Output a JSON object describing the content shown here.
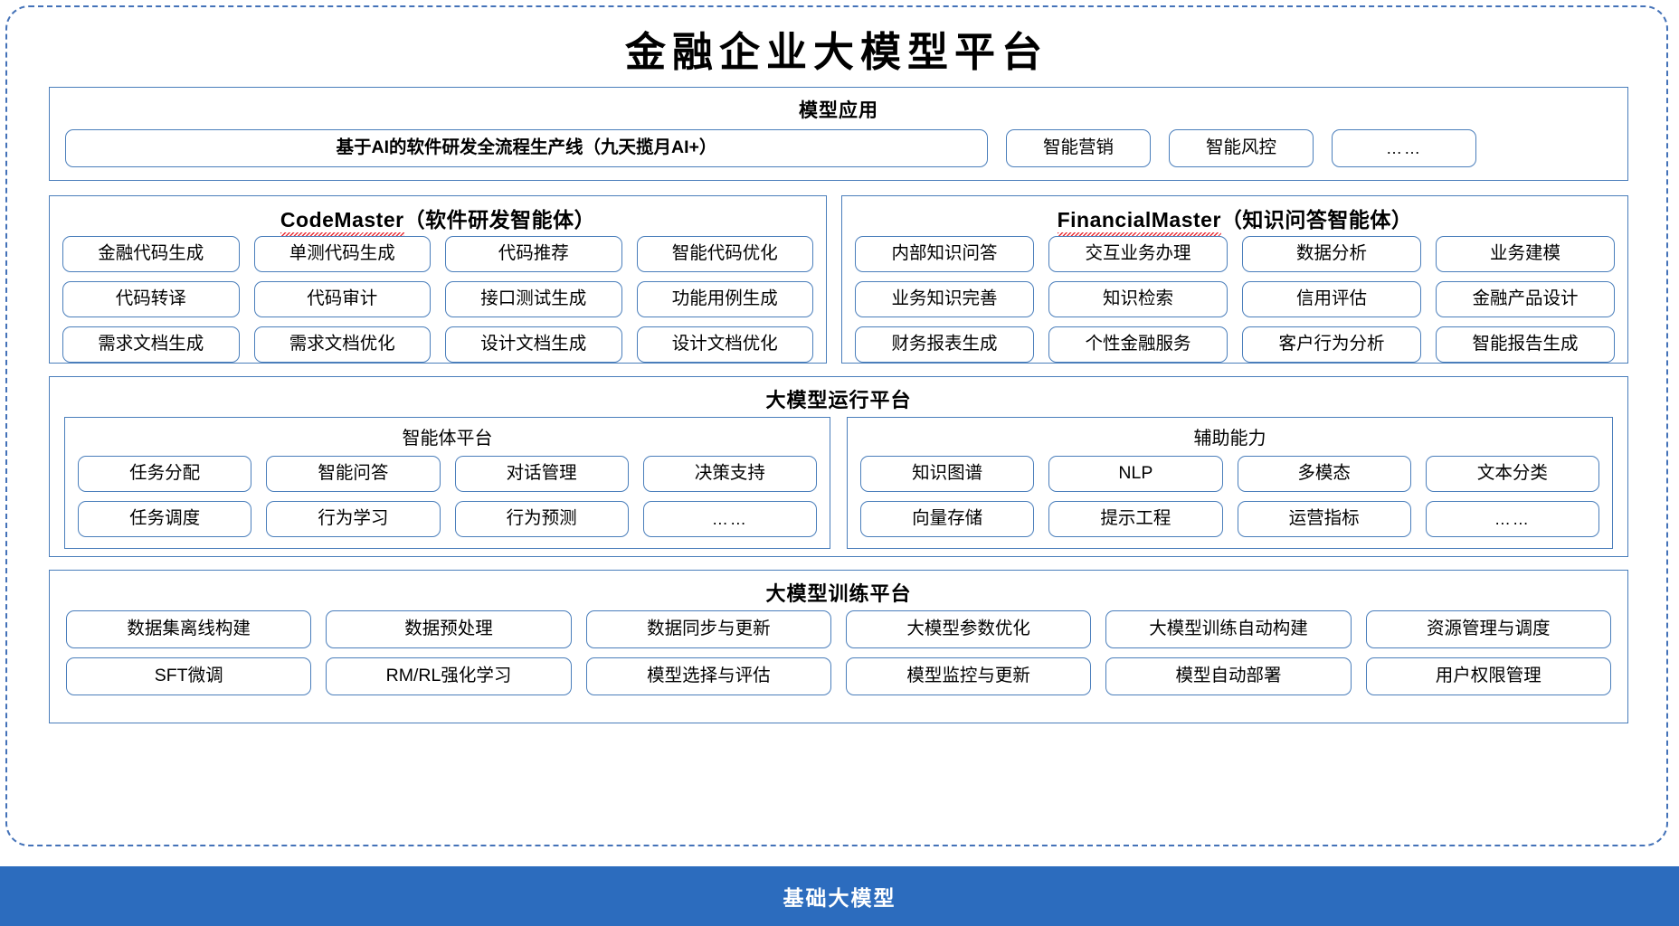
{
  "title": "金融企业大模型平台",
  "colors": {
    "border_blue": "#4a7ebb",
    "frame_dashed_blue": "#4472b8",
    "foundation_bar_blue": "#2c6cbe",
    "foundation_bar_text": "#ffffff",
    "spellcheck_red": "#e8202a"
  },
  "model_application": {
    "title": "模型应用",
    "banner": "基于AI的软件研发全流程生产线（九天揽月AI+）",
    "items": [
      "智能营销",
      "智能风控",
      "……"
    ]
  },
  "agents": [
    {
      "name_latin": "CodeMaster",
      "name_cn": "（软件研发智能体）",
      "spellcheck_underline": true,
      "rows": [
        [
          "金融代码生成",
          "单测代码生成",
          "代码推荐",
          "智能代码优化"
        ],
        [
          "代码转译",
          "代码审计",
          "接口测试生成",
          "功能用例生成"
        ],
        [
          "需求文档生成",
          "需求文档优化",
          "设计文档生成",
          "设计文档优化"
        ]
      ]
    },
    {
      "name_latin": "FinancialMaster",
      "name_cn": "（知识问答智能体）",
      "spellcheck_underline": true,
      "rows": [
        [
          "内部知识问答",
          "交互业务办理",
          "数据分析",
          "业务建模"
        ],
        [
          "业务知识完善",
          "知识检索",
          "信用评估",
          "金融产品设计"
        ],
        [
          "财务报表生成",
          "个性金融服务",
          "客户行为分析",
          "智能报告生成"
        ]
      ]
    }
  ],
  "runtime_platform": {
    "title": "大模型运行平台",
    "columns": [
      {
        "subtitle": "智能体平台",
        "rows": [
          [
            "任务分配",
            "智能问答",
            "对话管理",
            "决策支持"
          ],
          [
            "任务调度",
            "行为学习",
            "行为预测",
            "……"
          ]
        ]
      },
      {
        "subtitle": "辅助能力",
        "rows": [
          [
            "知识图谱",
            "NLP",
            "多模态",
            "文本分类"
          ],
          [
            "向量存储",
            "提示工程",
            "运营指标",
            "……"
          ]
        ]
      }
    ]
  },
  "training_platform": {
    "title": "大模型训练平台",
    "rows": [
      [
        "数据集离线构建",
        "数据预处理",
        "数据同步与更新",
        "大模型参数优化",
        "大模型训练自动构建",
        "资源管理与调度"
      ],
      [
        "SFT微调",
        "RM/RL强化学习",
        "模型选择与评估",
        "模型监控与更新",
        "模型自动部署",
        "用户权限管理"
      ]
    ]
  },
  "foundation": {
    "label": "基础大模型"
  }
}
